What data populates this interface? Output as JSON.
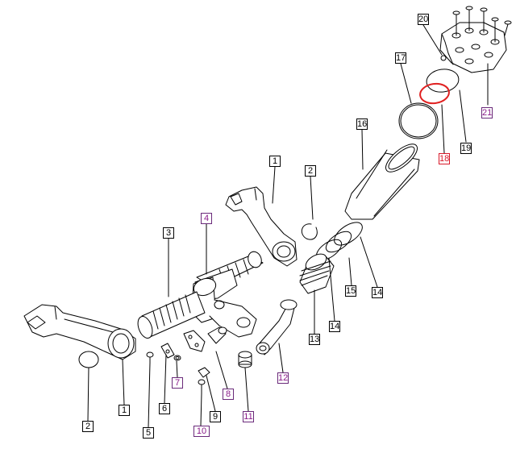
{
  "diagram": {
    "colors": {
      "line": "#000000",
      "callout_link": "#8a1a8a",
      "selected": "#d81a2a"
    },
    "callouts": [
      {
        "id": "c20",
        "label": "20",
        "style": "plain"
      },
      {
        "id": "c17",
        "label": "17",
        "style": "plain"
      },
      {
        "id": "c21",
        "label": "21",
        "style": "link"
      },
      {
        "id": "c19",
        "label": "19",
        "style": "plain"
      },
      {
        "id": "c18",
        "label": "18",
        "style": "selected"
      },
      {
        "id": "c16",
        "label": "16",
        "style": "plain"
      },
      {
        "id": "c1a",
        "label": "1",
        "style": "plain"
      },
      {
        "id": "c2a",
        "label": "2",
        "style": "plain"
      },
      {
        "id": "c3",
        "label": "3",
        "style": "plain"
      },
      {
        "id": "c4",
        "label": "4",
        "style": "link"
      },
      {
        "id": "c15",
        "label": "15",
        "style": "plain"
      },
      {
        "id": "c14a",
        "label": "14",
        "style": "plain"
      },
      {
        "id": "c14b",
        "label": "14",
        "style": "plain"
      },
      {
        "id": "c13",
        "label": "13",
        "style": "plain"
      },
      {
        "id": "c12",
        "label": "12",
        "style": "link"
      },
      {
        "id": "c8",
        "label": "8",
        "style": "link"
      },
      {
        "id": "c7",
        "label": "7",
        "style": "link"
      },
      {
        "id": "c6",
        "label": "6",
        "style": "plain"
      },
      {
        "id": "c5",
        "label": "5",
        "style": "plain"
      },
      {
        "id": "c1b",
        "label": "1",
        "style": "plain"
      },
      {
        "id": "c2b",
        "label": "2",
        "style": "plain"
      },
      {
        "id": "c9",
        "label": "9",
        "style": "plain"
      },
      {
        "id": "c11",
        "label": "11",
        "style": "link"
      },
      {
        "id": "c10",
        "label": "10",
        "style": "link"
      }
    ]
  }
}
